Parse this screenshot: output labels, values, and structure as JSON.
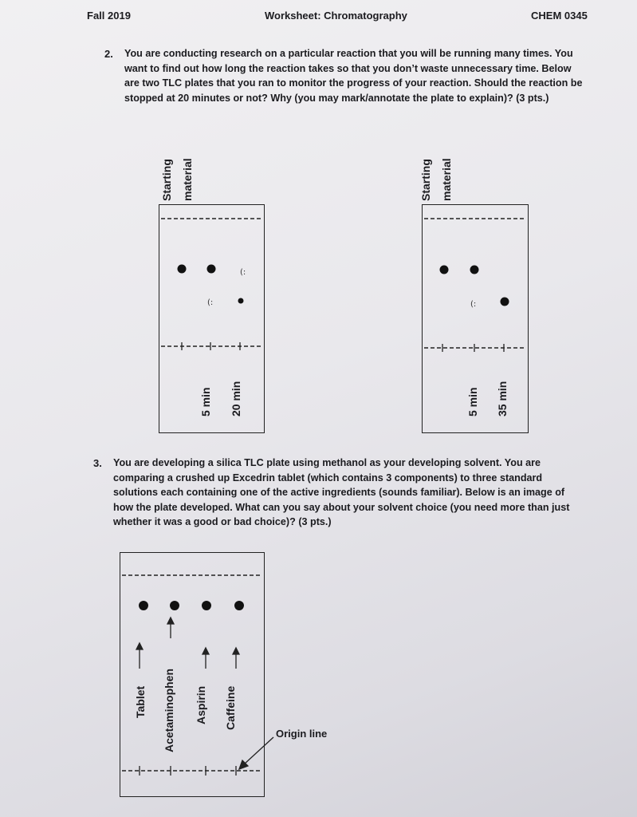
{
  "header": {
    "left": "Fall 2019",
    "center": "Worksheet: Chromatography",
    "right": "CHEM 0345"
  },
  "question2": {
    "number": "2.",
    "lines": [
      "You are conducting research on a particular reaction that you will be running many times.  You",
      "want to find out how long the reaction takes so that you don’t waste unnecessary time.  Below",
      "are two TLC plates that you ran to monitor the progress of your reaction.  Should the reaction be",
      "stopped at 20 minutes or not? Why (you may mark/annotate the plate to explain)? (3 pts.)"
    ],
    "plate1": {
      "lane_top": "Starting",
      "lane_top2": "material",
      "lane2": "5 min",
      "lane3": "20 min"
    },
    "plate2": {
      "lane_top": "Starting",
      "lane_top2": "material",
      "lane2": "5 min",
      "lane3": "35 min"
    }
  },
  "question3": {
    "number": "3.",
    "lines": [
      "You are developing a silica TLC plate using methanol as your developing solvent.  You are",
      "comparing a crushed up Excedrin tablet (which contains 3 components) to three standard",
      "solutions each containing one of the active ingredients (sounds familiar).  Below is an image of",
      "how the plate developed.  What can you say about your solvent choice (you need more than just",
      "whether it was a good or bad choice)? (3 pts.)"
    ],
    "lanes": [
      "Tablet",
      "Acetaminophen",
      "Aspirin",
      "Caffeine"
    ],
    "origin_label": "Origin line"
  }
}
